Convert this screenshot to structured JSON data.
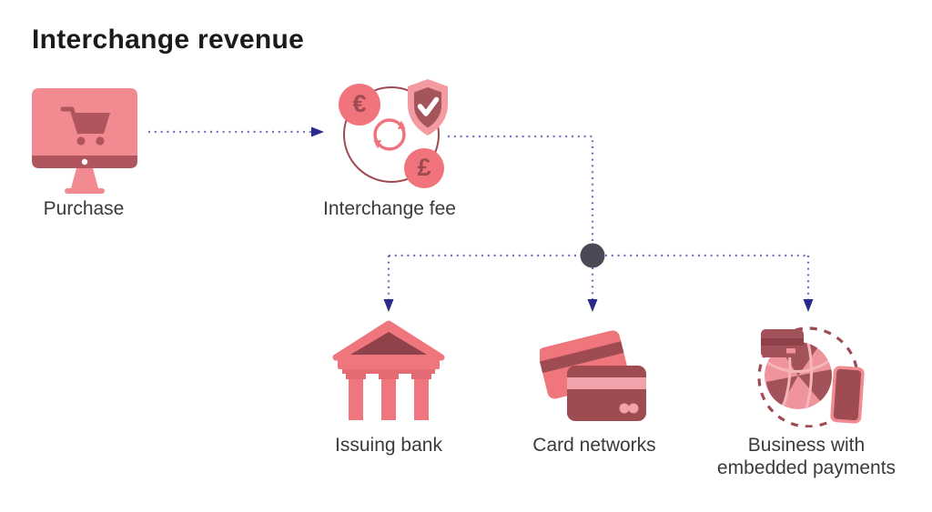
{
  "title": "Interchange revenue",
  "palette": {
    "salmon": "#F2858C",
    "salmon_deep": "#F0747E",
    "maroon": "#9E4B52",
    "maroon_dark": "#8F4249",
    "pink_light": "#F2A2AA",
    "connector_dot": "#7070C2",
    "arrowhead_navy": "#2A2A8C",
    "junction_gray": "#4C4957",
    "title_text": "#1B1B1B",
    "label_text": "#3A3A3A"
  },
  "flow": {
    "purchase": {
      "label": "Purchase",
      "icon": "monitor-cart-icon"
    },
    "interchange_fee": {
      "label": "Interchange fee",
      "icon": "currency-cycle-shield-icon",
      "euro": "€",
      "pound": "£"
    },
    "issuing_bank": {
      "label": "Issuing bank",
      "icon": "bank-icon"
    },
    "card_networks": {
      "label": "Card networks",
      "icon": "credit-cards-icon"
    },
    "business": {
      "label_line1": "Business with",
      "label_line2": "embedded payments",
      "icon": "globe-card-phone-icon"
    }
  }
}
